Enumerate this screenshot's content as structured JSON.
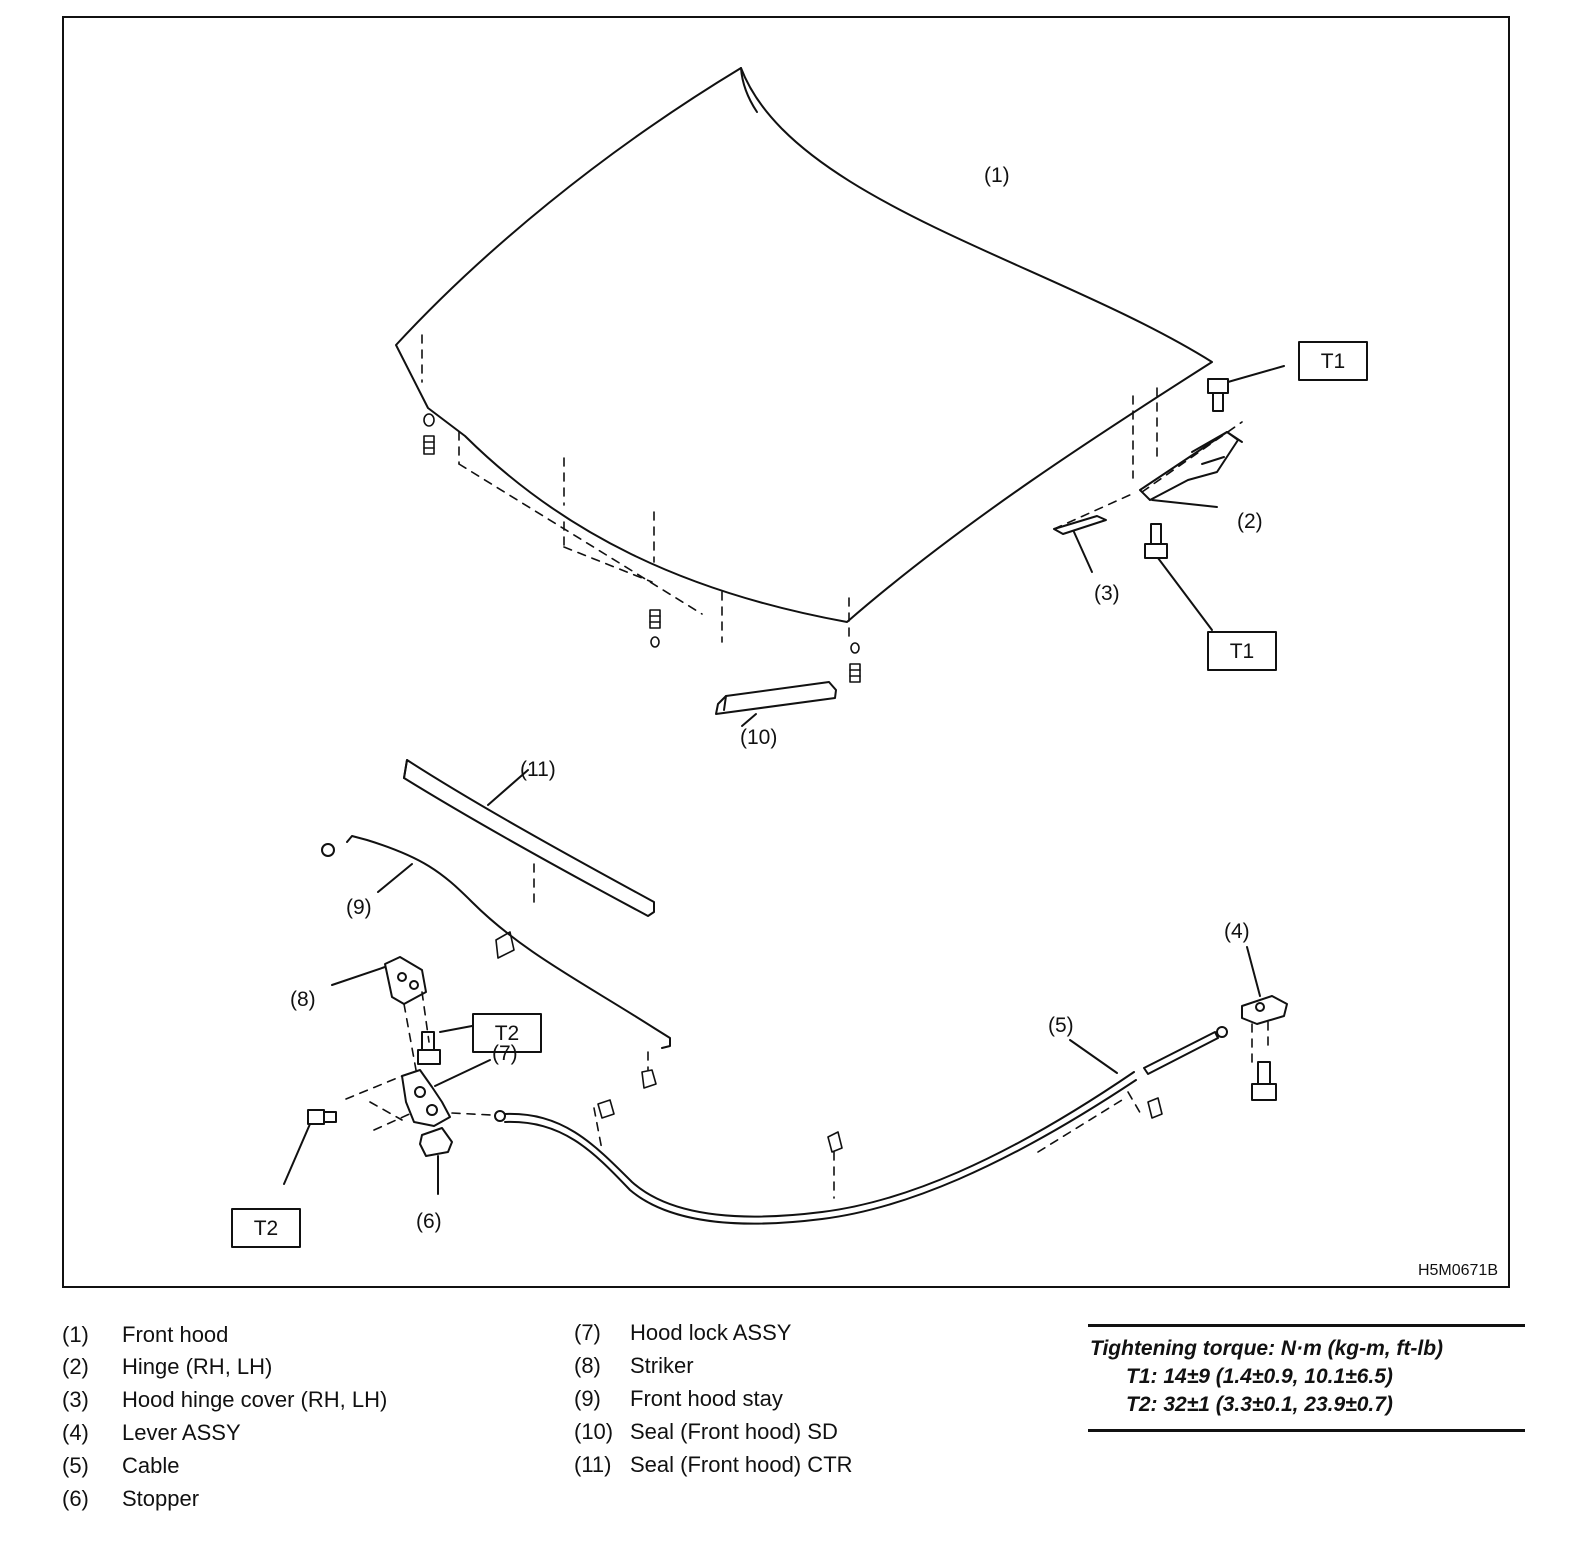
{
  "callouts": {
    "c1": "(1)",
    "c2": "(2)",
    "c3": "(3)",
    "c4": "(4)",
    "c5": "(5)",
    "c6": "(6)",
    "c7": "(7)",
    "c8": "(8)",
    "c9": "(9)",
    "c10": "(10)",
    "c11": "(11)"
  },
  "torque_boxes": {
    "t1": "T1",
    "t2": "T2"
  },
  "figure_code": "H5M0671B",
  "legend": [
    {
      "num": "(1)",
      "text": "Front hood"
    },
    {
      "num": "(2)",
      "text": "Hinge (RH, LH)"
    },
    {
      "num": "(3)",
      "text": "Hood hinge cover (RH, LH)"
    },
    {
      "num": "(4)",
      "text": "Lever ASSY"
    },
    {
      "num": "(5)",
      "text": "Cable"
    },
    {
      "num": "(6)",
      "text": "Stopper"
    },
    {
      "num": "(7)",
      "text": "Hood lock ASSY"
    },
    {
      "num": "(8)",
      "text": "Striker"
    },
    {
      "num": "(9)",
      "text": "Front hood stay"
    },
    {
      "num": "(10)",
      "text": "Seal (Front hood) SD"
    },
    {
      "num": "(11)",
      "text": "Seal (Front hood) CTR"
    }
  ],
  "torque": {
    "title": "Tightening torque: N·m (kg-m, ft-lb)",
    "t1": "T1: 14±9 (1.4±0.9, 10.1±6.5)",
    "t2": "T2: 32±1 (3.3±0.1, 23.9±0.7)"
  }
}
